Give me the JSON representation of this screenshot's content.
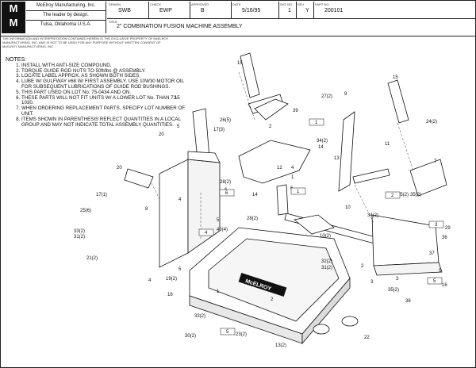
{
  "title_block": {
    "logo": [
      "M",
      "M"
    ],
    "company": "McElroy Manufacturing, Inc.",
    "tagline": "The leader by design.",
    "location": "Tulsa, Oklahoma U.S.A.",
    "drawn_label": "DRAWN",
    "drawn": "SWB",
    "check_label": "CHECK",
    "check": "EWP",
    "approved_label": "APPROVED",
    "approved": "B",
    "date_label": "DATE",
    "date": "5/16/95",
    "sht_label": "SHT NO.",
    "sht": "1",
    "rev_label": "REV",
    "rev": "Y",
    "part_label": "PART NO.",
    "part": "200101",
    "title_label": "TITLE",
    "title": "2\" COMBINATION FUSION MACHINE ASSEMBLY"
  },
  "legal": "THE INFORMATION AND INTERPRETATION CONTAINED HEREIN IS THE EXCLUSIVE PROPERTY OF McELROY MANUFACTURING, INC. AND IS NOT TO BE USED FOR ANY PURPOSE WITHOUT WRITTEN CONSENT OF McELROY MANUFACTURING, INC.",
  "notes": {
    "heading": "NOTES:",
    "items": [
      "INSTALL WITH ANTI-SIZE COMPOUND.",
      "TORQUE GUIDE ROD NUTS TO 50ft/lbs @ ASSEMBLY.",
      "LOCATE LABEL APPROX. AS SHOWN BOTH SIDES.",
      "LUBE W/ GULFWAY #68 W/ FIRST ASSEMBLY. USE 10W30 MOTOR OIL FOR SUBSEQUENT LUBRICATIONS OF GUIDE ROD BUSHINGS.",
      "THIS PART USED ON LOT No. 75-0434 AND ON.",
      "THESE PARTS WILL NOT FIT UNITS W/ A LOWER LOT No. THAN 72-1030.",
      "WHEN ORDERING REPLACEMENT PARTS, SPECIFY LOT NUMBER OF UNIT.",
      "ITEMS SHOWN IN PARENTHESIS REFLECT QUANTITIES IN A LOCAL GROUP AND MAY NOT INDICATE TOTAL ASSEMBLY QUANTITIES."
    ]
  },
  "brand_plate": "McELROY",
  "callouts": [
    "15",
    "15",
    "15",
    "39",
    "27(2)",
    "9",
    "2",
    "14",
    "26(5)",
    "17(3)",
    "5",
    "20",
    "20",
    "6",
    "28(2)",
    "1",
    "14",
    "12",
    "34(2)",
    "11",
    "13",
    "24(2)",
    "7",
    "10",
    "25(6)",
    "17(1)",
    "33(2)",
    "31(2)",
    "21(2)",
    "8",
    "4",
    "19(2)",
    "18",
    "40(4)",
    "5",
    "6",
    "28(2)",
    "34(2)",
    "35(2)",
    "10(2)",
    "32(2)",
    "31(2)",
    "3",
    "2",
    "35(2)",
    "16",
    "29",
    "36",
    "37",
    "5",
    "38",
    "35(2)",
    "23(2)",
    "13(2)",
    "22",
    "30(2)",
    "33(2)",
    "4",
    "3",
    "4",
    "5",
    "2",
    "1"
  ],
  "boxed_callouts": [
    "1",
    "6",
    "1",
    "2",
    "5",
    "3",
    "4",
    "5"
  ]
}
